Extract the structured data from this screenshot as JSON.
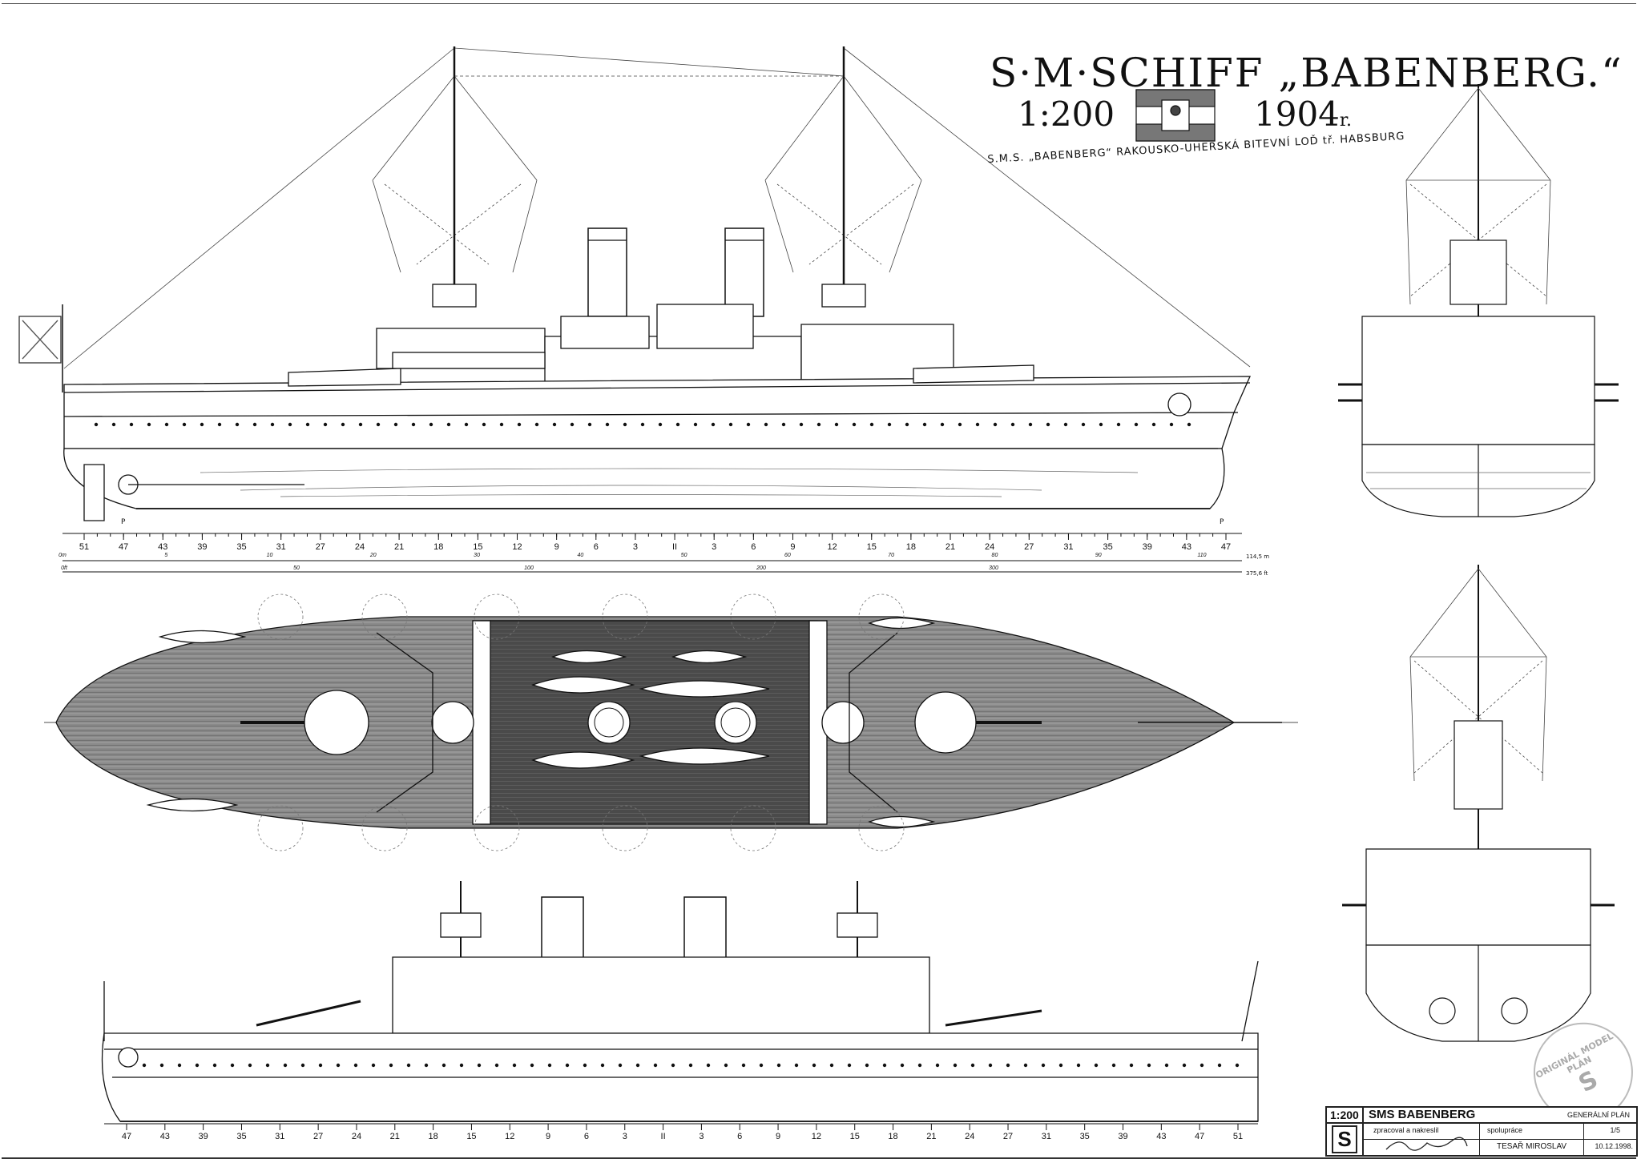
{
  "title": {
    "main": "S·M·SCHIFF „BABENBERG.“",
    "scale": "1:200",
    "year": "1904",
    "year_suffix": "r.",
    "subtitle": "S.M.S. „BABENBERG“ RAKOUSKO-UHERSKÁ BITEVNÍ LOĎ tř. HABSBURG"
  },
  "stamp": {
    "line1": "ORIGINÁL MODEL PLÁN",
    "line2": "S"
  },
  "ruler_top": {
    "frames": [
      "51",
      "47",
      "43",
      "39",
      "35",
      "31",
      "27",
      "24",
      "21",
      "18",
      "15",
      "12",
      "9",
      "6",
      "3",
      "II",
      "3",
      "6",
      "9",
      "12",
      "15",
      "18",
      "21",
      "24",
      "27",
      "31",
      "35",
      "39",
      "43",
      "47"
    ],
    "meter_labels": [
      "0m",
      "5",
      "10",
      "20",
      "30",
      "40",
      "50",
      "60",
      "70",
      "80",
      "90",
      "110"
    ],
    "foot_labels": [
      "0ft",
      "50",
      "100",
      "200",
      "300"
    ],
    "end_m": "114,5 m",
    "end_ft": "375,6 ft",
    "marker_left": "P",
    "marker_right": "P"
  },
  "ruler_bottom": {
    "frames": [
      "47",
      "43",
      "39",
      "35",
      "31",
      "27",
      "24",
      "21",
      "18",
      "15",
      "12",
      "9",
      "6",
      "3",
      "II",
      "3",
      "6",
      "9",
      "12",
      "15",
      "18",
      "21",
      "24",
      "27",
      "31",
      "35",
      "39",
      "43",
      "47",
      "51"
    ]
  },
  "title_block": {
    "scale": "1:200",
    "ship": "SMS BABENBERG",
    "plan_type": "GENERÁLNÍ PLÁN",
    "drawn_label": "zpracoval a nakreslil",
    "collab_label": "spolupráce",
    "sheet": "1/5",
    "author": "TESAŘ MIROSLAV",
    "date": "10.12.1998.",
    "logo": "S"
  }
}
